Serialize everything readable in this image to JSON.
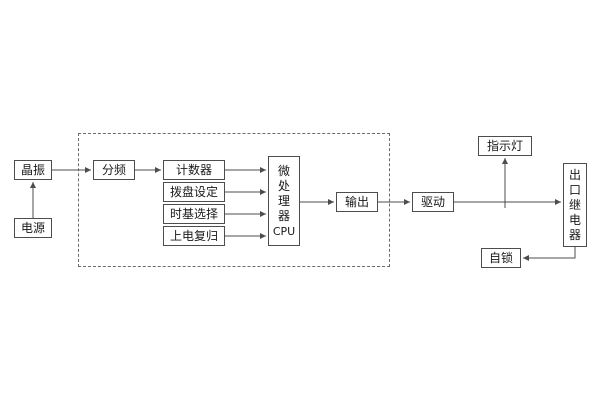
{
  "diagram": {
    "title": "relay-device-block-diagram",
    "colors": {
      "line": "#4d4d4d",
      "dashed_boundary": "#6b6b6b",
      "text": "#1a1a1a",
      "background": "#ffffff"
    },
    "nodes": {
      "crystal": {
        "label": "晶振"
      },
      "power": {
        "label": "电源"
      },
      "divider": {
        "label": "分频"
      },
      "counter": {
        "label": "计数器"
      },
      "dial": {
        "label": "拨盘设定"
      },
      "timebase": {
        "label": "时基选择"
      },
      "reset": {
        "label": "上电复归"
      },
      "cpu": {
        "label": "微处理器",
        "sub": "CPU"
      },
      "output": {
        "label": "输出"
      },
      "drive": {
        "label": "驱动"
      },
      "indicator": {
        "label": "指示灯"
      },
      "relay": {
        "label": "出口继电器"
      },
      "selflock": {
        "label": "自锁"
      }
    },
    "edges": [
      {
        "from": "power",
        "to": "crystal"
      },
      {
        "from": "crystal",
        "to": "divider"
      },
      {
        "from": "divider",
        "to": "counter"
      },
      {
        "from": "counter",
        "to": "cpu"
      },
      {
        "from": "dial",
        "to": "cpu"
      },
      {
        "from": "timebase",
        "to": "cpu"
      },
      {
        "from": "reset",
        "to": "cpu"
      },
      {
        "from": "cpu",
        "to": "output"
      },
      {
        "from": "output",
        "to": "drive"
      },
      {
        "from": "drive",
        "to": "relay"
      },
      {
        "from": "drive-relay-junction",
        "to": "indicator"
      },
      {
        "from": "relay",
        "to": "selflock"
      }
    ]
  }
}
